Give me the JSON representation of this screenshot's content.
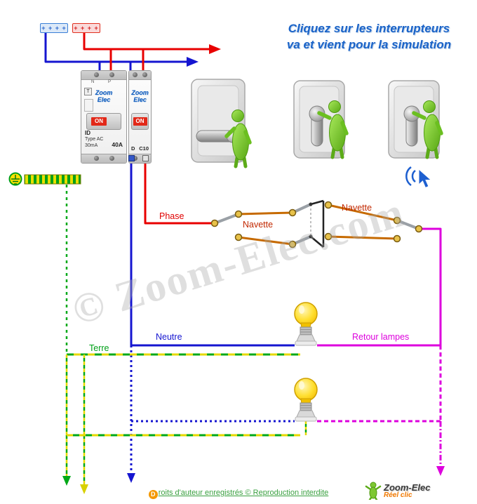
{
  "title": {
    "line1": "Cliquez sur les interrupteurs",
    "line2": "va et vient pour la simulation"
  },
  "labels": {
    "phase": "Phase",
    "navette_left": "Navette",
    "navette_right": "Navette",
    "neutre": "Neutre",
    "terre": "Terre",
    "retour_lampes": "Retour lampes"
  },
  "supply": {
    "blue_plus": "+ + + +",
    "red_plus": "+ + + +"
  },
  "breaker_left": {
    "brand_line1": "Zoom",
    "brand_line2": "Elec",
    "test_button": "T",
    "on_badge": "ON",
    "label_id": "ID",
    "label_type": "Type AC",
    "label_ma": "30mA",
    "label_amp": "40A",
    "n": "N",
    "p": "P"
  },
  "breaker_right": {
    "brand_line1": "Zoom",
    "brand_line2": "Elec",
    "on_badge": "ON",
    "label_d": "D",
    "label_c": "C10"
  },
  "watermark": "© Zoom-Elec.com",
  "footer": {
    "badge": "D",
    "text": "roits d'auteur enregistrés © Reproduction interdite"
  },
  "logo": {
    "name": "Zoom-Elec",
    "tagline": "Réel clic"
  },
  "colors": {
    "phase": "#e80000",
    "neutre": "#1515d0",
    "terre_green": "#00a818",
    "terre_yellow": "#e6d800",
    "navette": "#c66a00",
    "retour_lampes": "#dd00dd",
    "title_blue": "#1a63c8"
  }
}
